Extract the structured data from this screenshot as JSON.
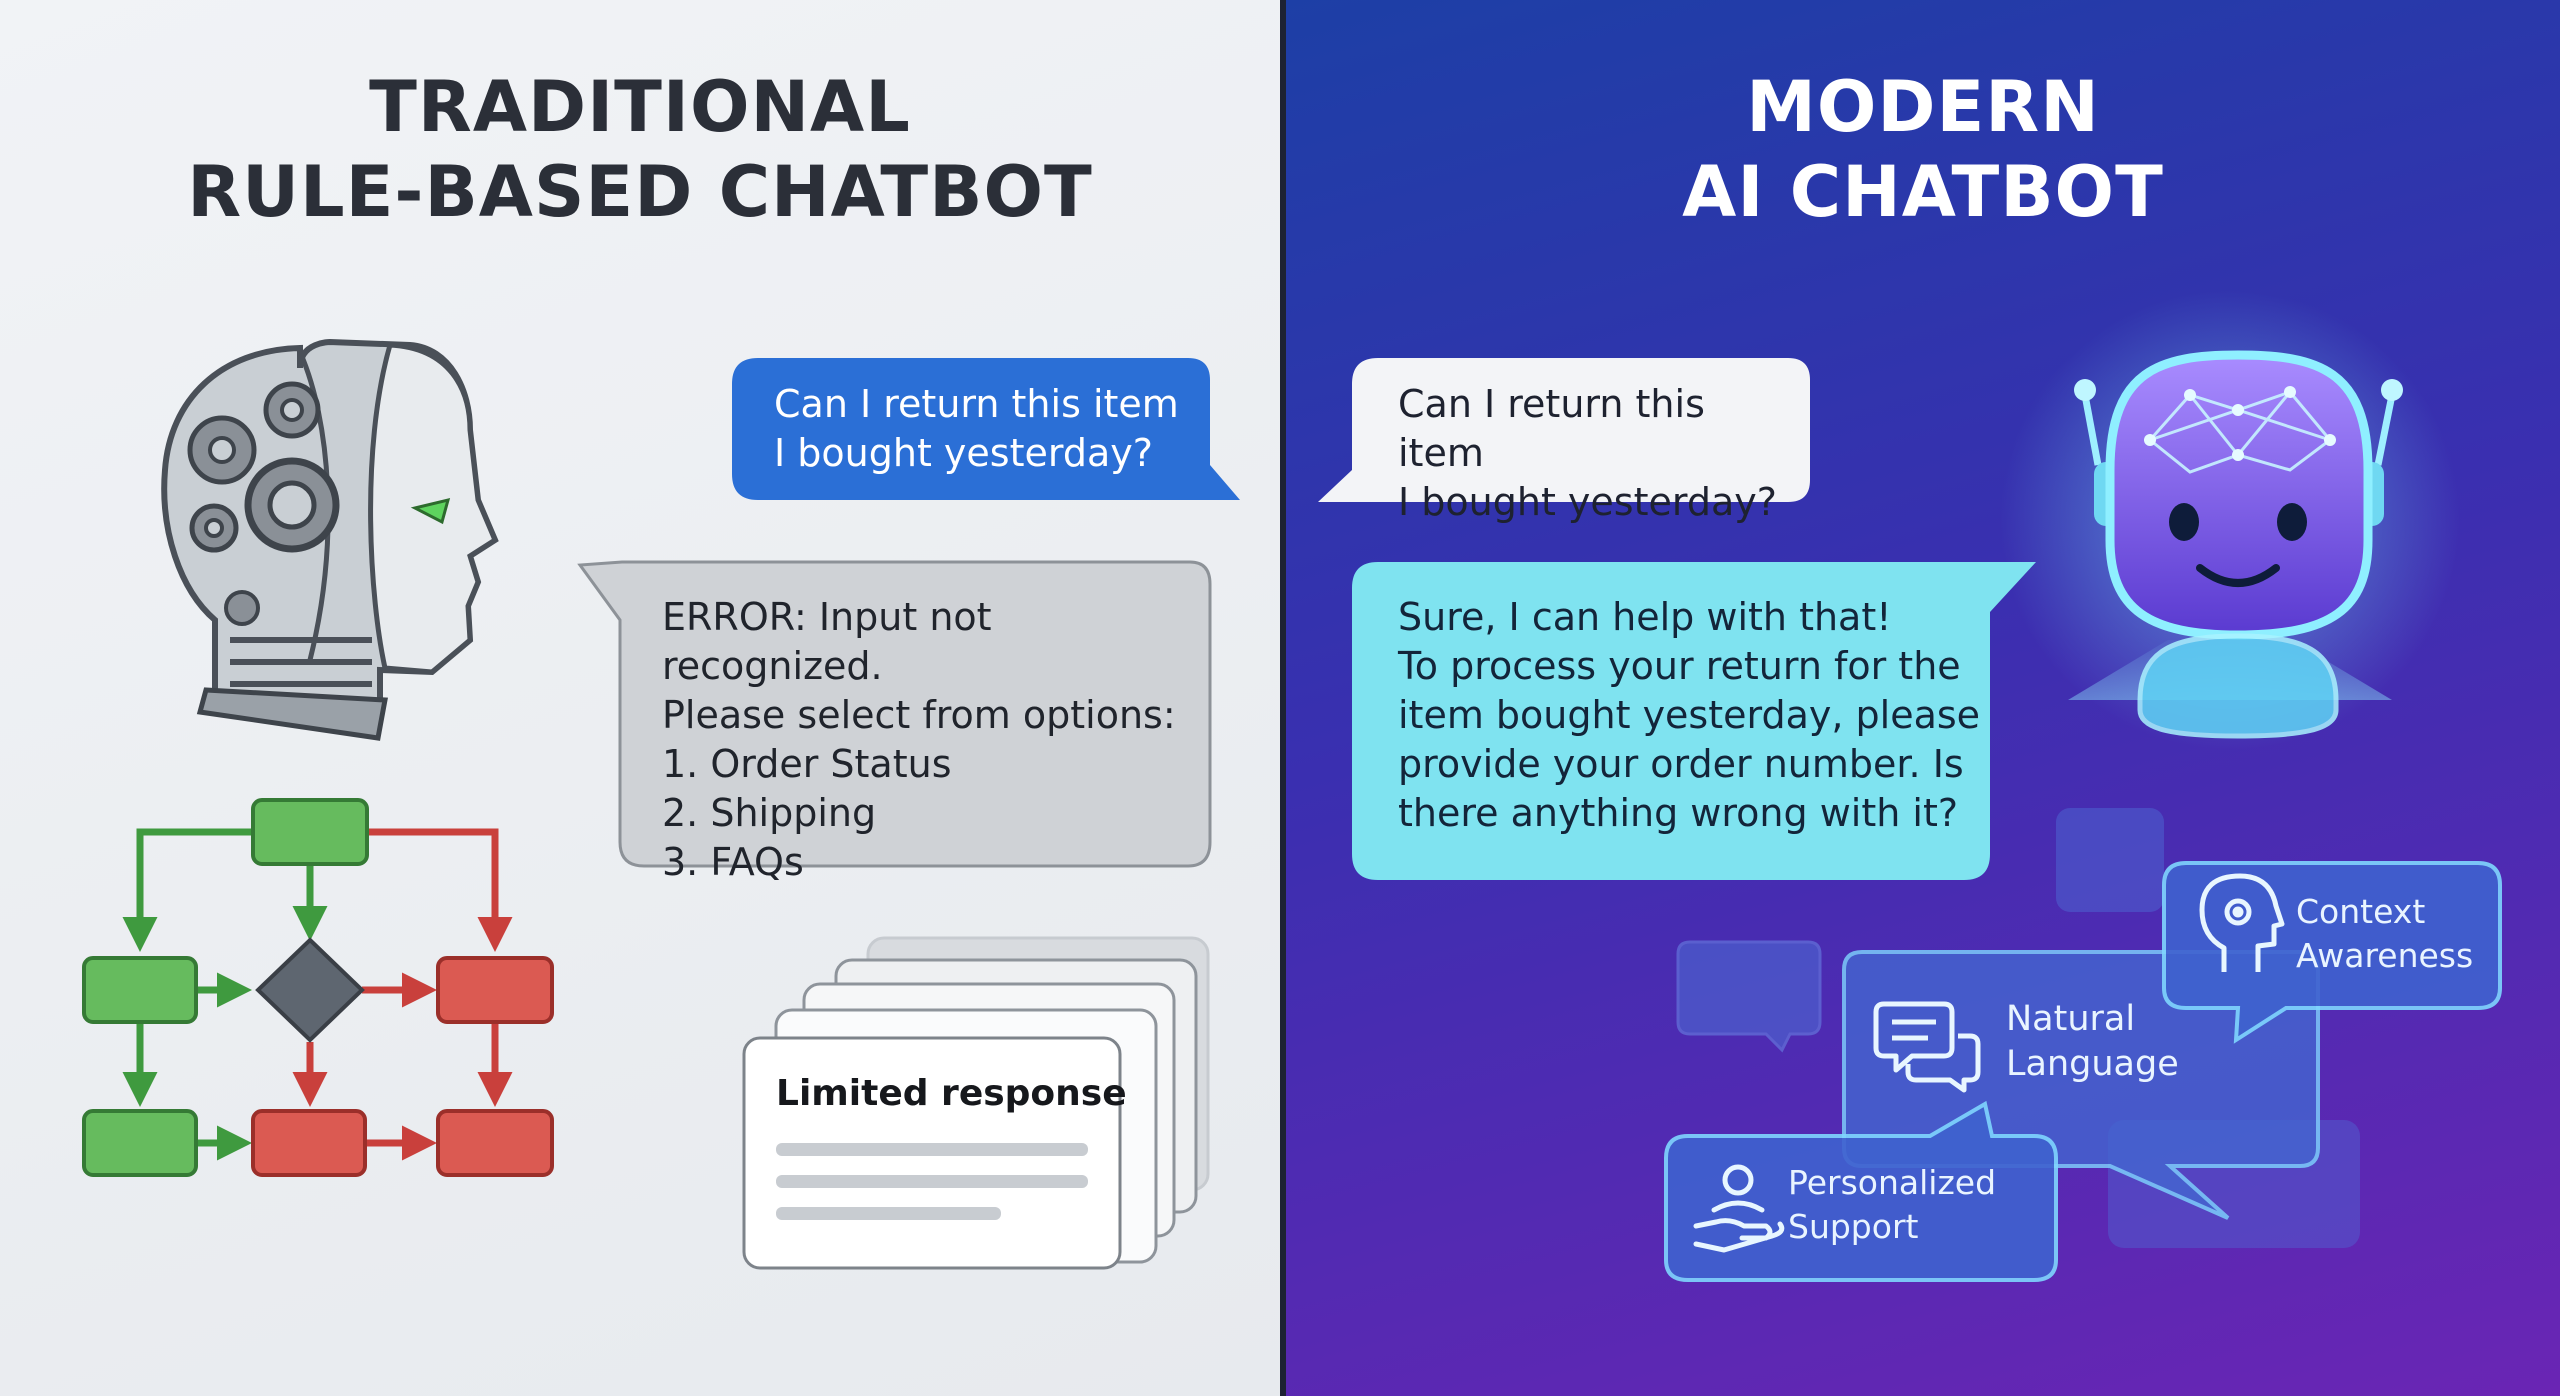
{
  "left": {
    "heading": [
      "TRADITIONAL",
      "RULE-BASED CHATBOT"
    ],
    "user_message": "Can I return this item I bought yesterday?",
    "bot_reply": [
      "ERROR: Input not recognized.",
      "Please select from options:",
      "1. Order Status",
      "2. Shipping",
      "3. FAQs"
    ],
    "card_title": "Limited response"
  },
  "right": {
    "heading": [
      "MODERN",
      "AI CHATBOT"
    ],
    "user_message": [
      "Can I return this item",
      "I bought yesterday?"
    ],
    "bot_reply": [
      "Sure, I can help with that!",
      "To process your return for the",
      "item bought yesterday, please",
      "provide your order number. Is",
      "there anything wrong with it?"
    ],
    "features": {
      "natural_language": [
        "Natural",
        "Language"
      ],
      "context_awareness": [
        "Context",
        "Awareness"
      ],
      "personalized_support": [
        "Personalized",
        "Support"
      ]
    }
  },
  "icons": [
    "robot-head-gears-icon",
    "flowchart-icon",
    "ai-robot-hologram-icon",
    "chat-lines-icon",
    "head-gear-icon",
    "person-hand-icon"
  ],
  "colors": {
    "left_bg": "#eceff2",
    "right_bg_start": "#1d3fa6",
    "right_bg_end": "#6a25b4",
    "user_bubble_left": "#2b6fd6",
    "bot_bubble_left": "#cfd2d6",
    "bot_bubble_right": "#7fe3f0",
    "flow_green": "#5cb85c",
    "flow_red": "#d9534f",
    "flow_gray": "#5e6670"
  }
}
